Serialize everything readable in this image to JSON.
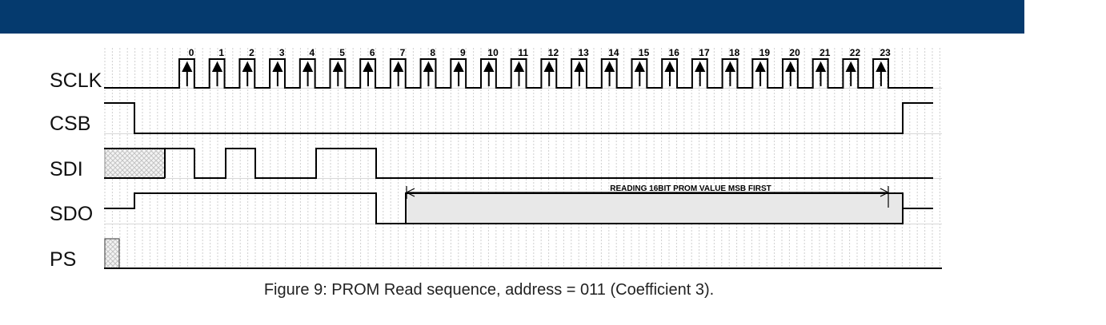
{
  "signals": [
    {
      "name": "SCLK"
    },
    {
      "name": "CSB"
    },
    {
      "name": "SDI"
    },
    {
      "name": "SDO"
    },
    {
      "name": "PS"
    }
  ],
  "clock_labels": [
    "0",
    "1",
    "2",
    "3",
    "4",
    "5",
    "6",
    "7",
    "8",
    "9",
    "10",
    "11",
    "12",
    "13",
    "14",
    "15",
    "16",
    "17",
    "18",
    "19",
    "20",
    "21",
    "22",
    "23"
  ],
  "annotation": "READING 16BIT PROM VALUE MSB FIRST",
  "caption": "Figure 9: PROM Read sequence, address = 011 (Coefficient 3).",
  "colors": {
    "header": "#053a6e",
    "wave": "#000000",
    "grid": "#cfcfcf",
    "shade": "#e8e8e8"
  }
}
